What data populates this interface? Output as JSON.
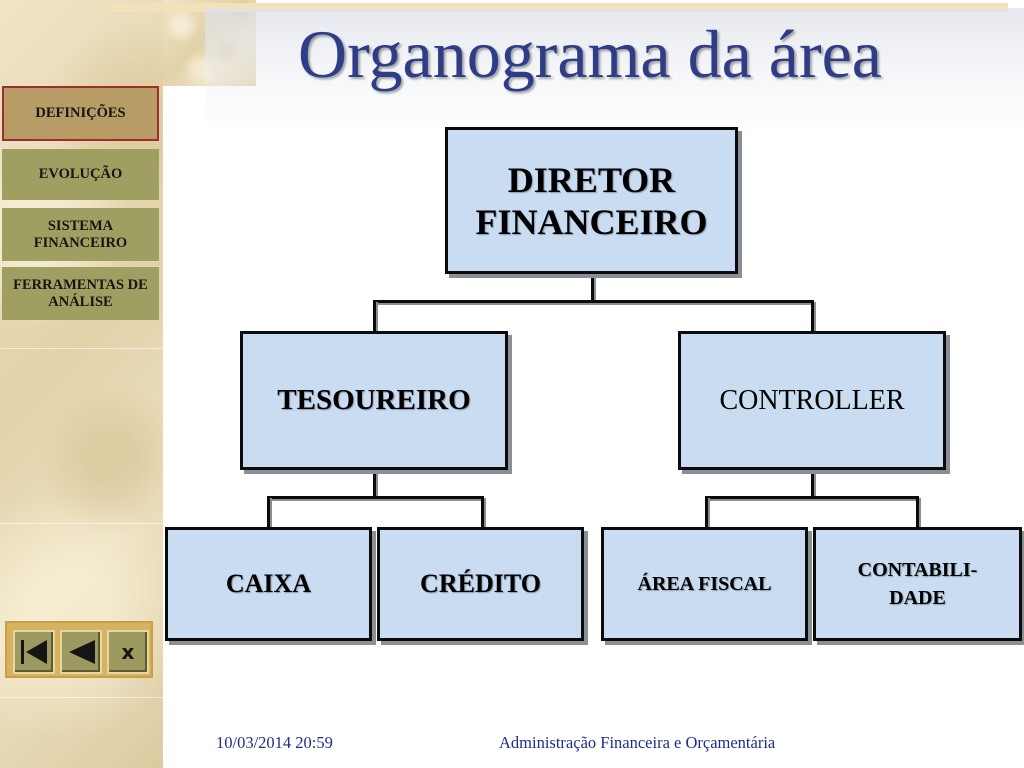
{
  "slide": {
    "title": "Organograma da área"
  },
  "sidebar": {
    "items": [
      {
        "label": "DEFINIÇÕES",
        "active": true
      },
      {
        "label": "EVOLUÇÃO",
        "active": false
      },
      {
        "label": "SISTEMA FINANCEIRO",
        "active": false
      },
      {
        "label": "FERRAMENTAS DE ANÁLISE",
        "active": false
      }
    ],
    "controls": [
      {
        "icon": "first-slide-icon"
      },
      {
        "icon": "previous-slide-icon"
      },
      {
        "icon": "close-icon",
        "label": "x"
      }
    ]
  },
  "org_chart": {
    "top": {
      "label": "DIRETOR FINANCEIRO"
    },
    "mid_left": {
      "label": "TESOUREIRO"
    },
    "mid_right": {
      "label": "CONTROLLER"
    },
    "bottom": [
      {
        "label": "CAIXA"
      },
      {
        "label": "CRÉDITO"
      },
      {
        "label": "ÁREA FISCAL"
      },
      {
        "label": "CONTABILI-DADE"
      }
    ]
  },
  "footer": {
    "datetime": "10/03/2014 20:59",
    "course": "Administração Financeira e Orçamentária"
  },
  "colors": {
    "title": "#2f3d88",
    "box_fill": "#c9dcf1",
    "nav_button": "#9f9f62",
    "active_border": "#a02c2c",
    "footer_text": "#1d2f86"
  }
}
